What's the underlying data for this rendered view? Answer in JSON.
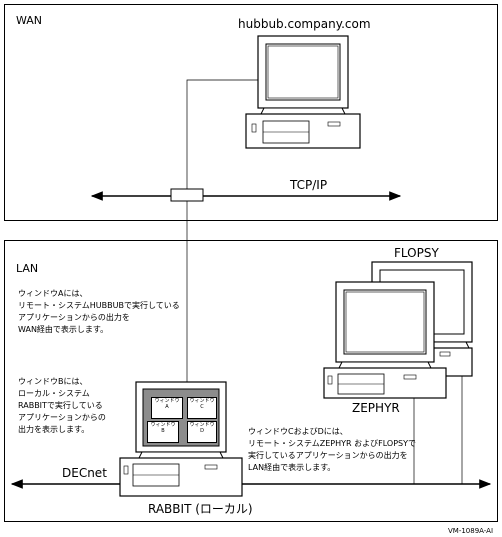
{
  "regions": {
    "wan_label": "WAN",
    "lan_label": "LAN"
  },
  "hosts": {
    "hubbub": "hubbub.company.com",
    "flopsy": "FLOPSY",
    "zephyr": "ZEPHYR",
    "rabbit": "RABBIT (ローカル)"
  },
  "networks": {
    "tcpip": "TCP/IP",
    "decnet": "DECnet"
  },
  "notes": {
    "window_a": [
      "ウィンドウAには、",
      "リモート・システムHUBBUBで実行している",
      "アプリケーションからの出力を",
      "WAN経由で表示します。"
    ],
    "window_b": [
      "ウィンドウBには、",
      "ローカル・システム",
      "RABBITで実行している",
      "アプリケーションからの",
      "出力を表示します。"
    ],
    "window_cd": [
      "ウィンドウCおよびDには、",
      "リモート・システムZEPHYR およびFLOPSYで",
      "実行しているアプリケーションからの出力を",
      "LAN経由で表示します。"
    ]
  },
  "windows": {
    "a": [
      "ウィンドウ",
      "A"
    ],
    "b": [
      "ウィンドウ",
      "B"
    ],
    "c": [
      "ウィンドウ",
      "C"
    ],
    "d": [
      "ウィンドウ",
      "D"
    ]
  },
  "footer": "VM-1089A-AI"
}
